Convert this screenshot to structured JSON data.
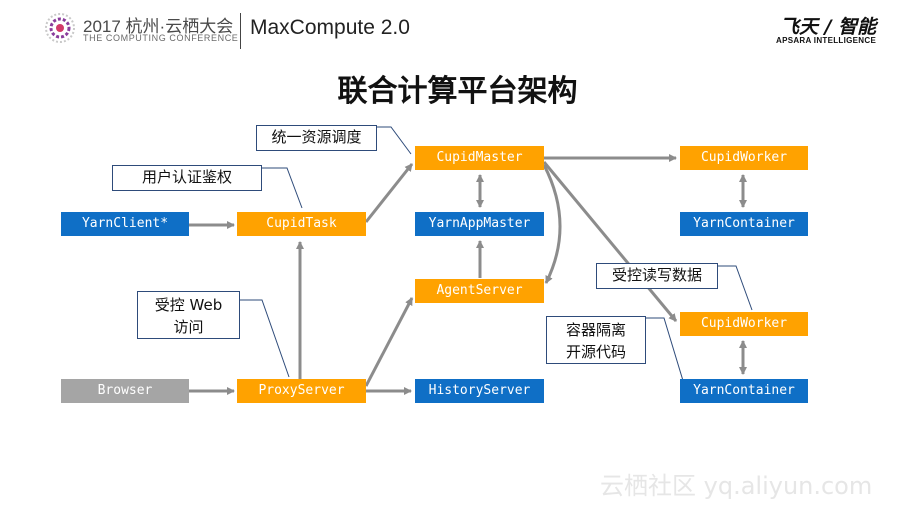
{
  "header": {
    "event_title": "2017 杭州·云栖大会",
    "event_subtitle": "THE COMPUTING CONFERENCE",
    "product_title": "MaxCompute 2.0",
    "brand_name": "飞天 / 智能",
    "brand_subtitle": "APSARA INTELLIGENCE"
  },
  "title": "联合计算平台架构",
  "nodes": {
    "yarn_client": "YarnClient*",
    "cupid_task": "CupidTask",
    "cupid_master": "CupidMaster",
    "yarn_app_master": "YarnAppMaster",
    "agent_server": "AgentServer",
    "browser": "Browser",
    "proxy_server": "ProxyServer",
    "history_server": "HistoryServer",
    "cupid_worker_1": "CupidWorker",
    "yarn_container_1": "YarnContainer",
    "cupid_worker_2": "CupidWorker",
    "yarn_container_2": "YarnContainer"
  },
  "callouts": {
    "unified_resource_scheduling": "统一资源调度",
    "user_auth": "用户认证鉴权",
    "controlled_web_access_line1": "受控 Web",
    "controlled_web_access_line2": "访问",
    "controlled_read_write": "受控读写数据",
    "container_isolation_line1": "容器隔离",
    "container_isolation_line2": "开源代码"
  },
  "watermark": "云栖社区 yq.aliyun.com",
  "colors": {
    "orange_node": "#ffa200",
    "blue_node": "#0f6fc6",
    "gray_node": "#a5a5a5",
    "arrow": "#8c8c8c",
    "callout_line": "#2e4b7a"
  }
}
